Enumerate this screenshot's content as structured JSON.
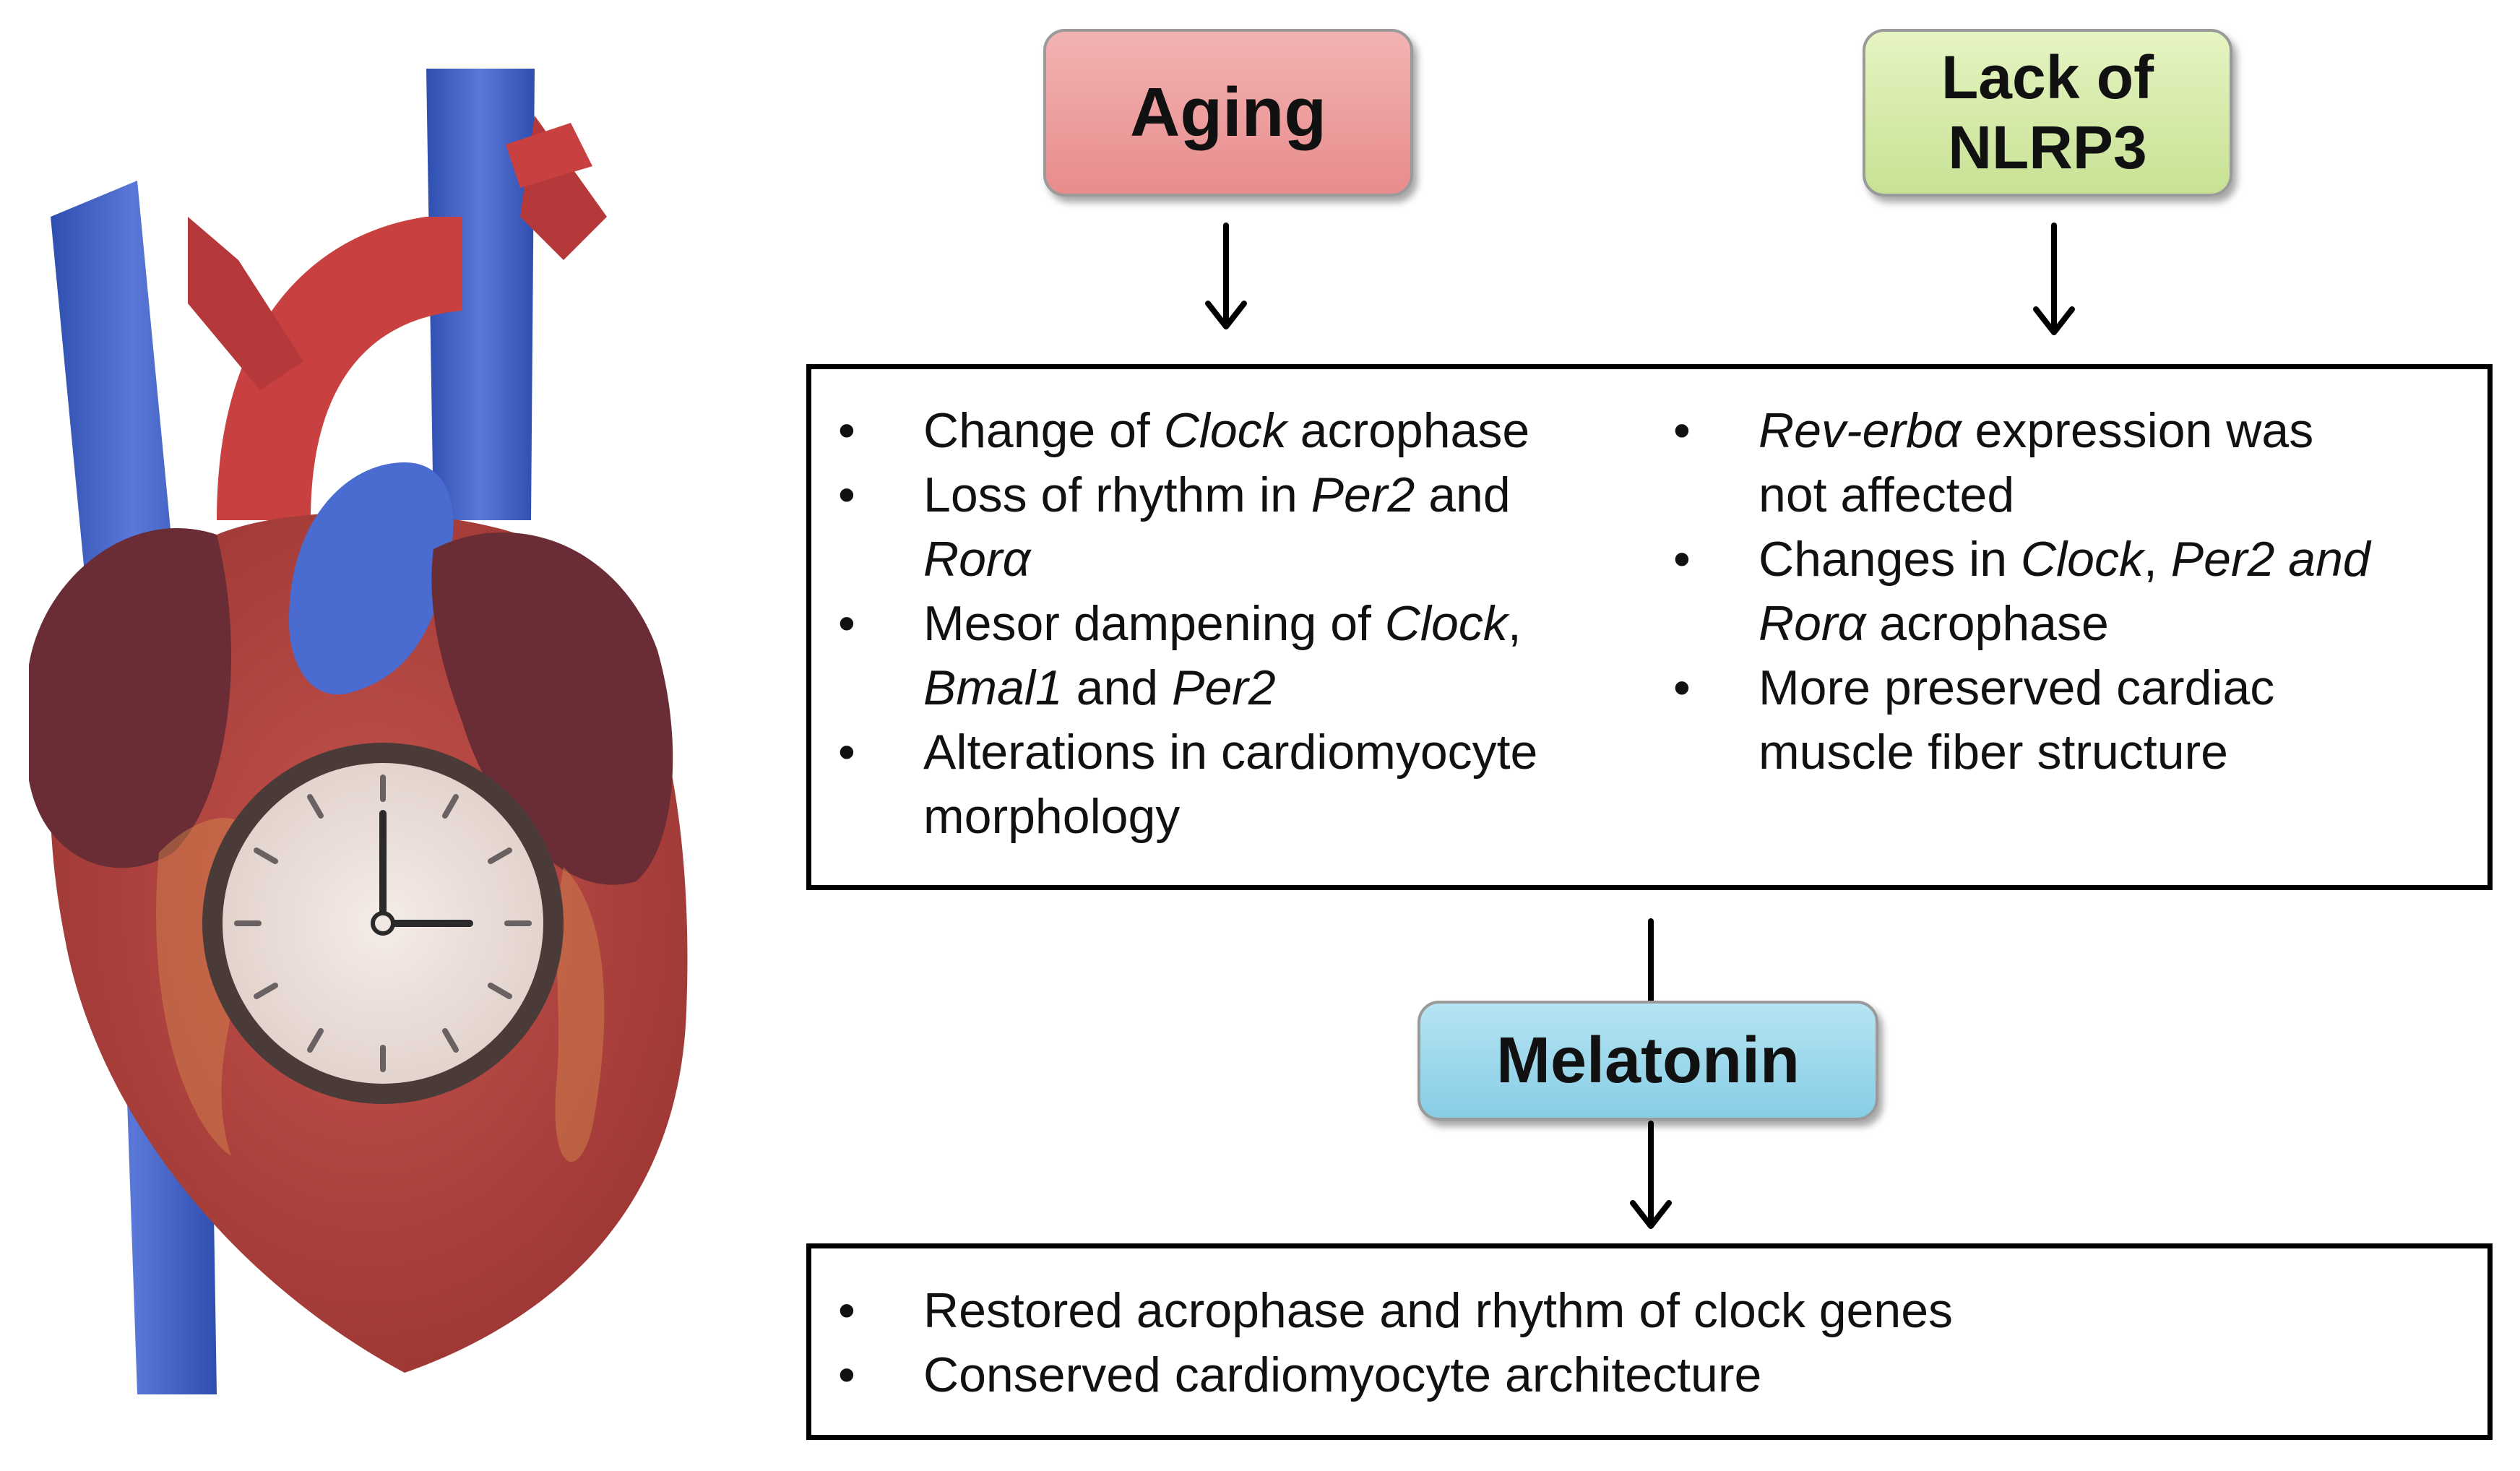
{
  "nodes": {
    "aging": "Aging",
    "nlrp3": [
      "Lack of",
      "NLRP3"
    ],
    "melatonin": "Melatonin"
  },
  "aging_effects": [
    [
      [
        "Change of ",
        ""
      ],
      [
        "Clock",
        "i"
      ],
      [
        " acrophase",
        ""
      ]
    ],
    [
      [
        "Loss of rhythm in ",
        ""
      ],
      [
        "Per2",
        "i"
      ],
      [
        " and",
        ""
      ]
    ],
    [
      [
        "Rorα",
        "i"
      ]
    ],
    [
      [
        "Mesor dampening of ",
        ""
      ],
      [
        "Clock",
        "i"
      ],
      [
        ",",
        ""
      ]
    ],
    [
      [
        "Bmal1",
        "i"
      ],
      [
        " and ",
        ""
      ],
      [
        "Per2",
        "i"
      ]
    ],
    [
      [
        "Alterations in cardiomyocyte",
        ""
      ]
    ],
    [
      [
        "morphology",
        ""
      ]
    ]
  ],
  "nlrp3_effects": [
    [
      [
        "Rev-erbα",
        "i"
      ],
      [
        " expression was",
        ""
      ]
    ],
    [
      [
        "not affected",
        ""
      ]
    ],
    [
      [
        "Changes in ",
        ""
      ],
      [
        "Clock",
        "i"
      ],
      [
        ", ",
        ""
      ],
      [
        "Per2 and",
        "i"
      ]
    ],
    [
      [
        "Rorα",
        "i"
      ],
      [
        " acrophase",
        ""
      ]
    ],
    [
      [
        "More preserved cardiac",
        ""
      ]
    ],
    [
      [
        "muscle fiber structure",
        ""
      ]
    ]
  ],
  "melatonin_effects": [
    [
      [
        "Restored acrophase and rhythm of clock genes",
        ""
      ]
    ],
    [
      [
        "Conserved cardiomyocyte architecture",
        ""
      ]
    ]
  ],
  "bullet_groups": {
    "aging": [
      [
        0
      ],
      [
        1,
        2
      ],
      [
        3,
        4
      ],
      [
        5,
        6
      ]
    ],
    "nlrp3": [
      [
        0,
        1
      ],
      [
        2,
        3
      ],
      [
        4,
        5
      ]
    ],
    "melatonin": [
      [
        0
      ],
      [
        1
      ]
    ]
  },
  "colors": {
    "aging_fill": "#ec9a9a",
    "nlrp3_fill": "#d2e8a6",
    "melatonin_fill": "#94d3e9",
    "vein_blue": "#3f5fc0",
    "artery_red": "#c8403f",
    "heart_red": "#b4413e",
    "atrium_dark": "#6a2d36",
    "clock_face": "#f0e6e2",
    "clock_rim": "#4a3a38"
  },
  "icons": [
    "heart-illustration",
    "clock-icon",
    "arrow-down-icon"
  ]
}
